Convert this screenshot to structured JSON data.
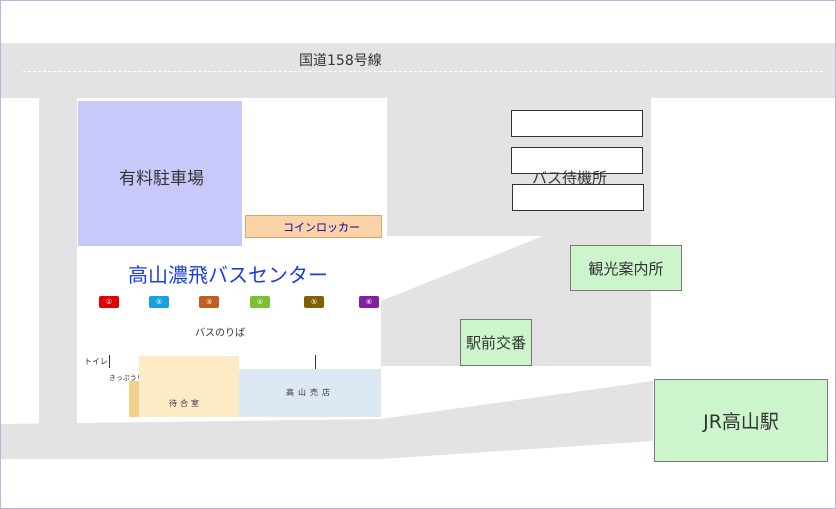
{
  "map": {
    "road_label": "国道158号線",
    "parking": "有料駐車場",
    "coin_locker": "コインロッカー",
    "bus_center_title": "高山濃飛バスセンター",
    "bus_platforms": "バスのりば",
    "toilet": "トイレ",
    "shop_left": "きっぷうりば",
    "waiting_room": "待合室",
    "shop_right": "高山売店",
    "bus_waiting_area": "バス待機所",
    "tourist_info": "観光案内所",
    "police_box": "駅前交番",
    "jr_station": "JR高山駅",
    "bay_numbers": [
      "①",
      "②",
      "③",
      "④",
      "⑤",
      "⑥"
    ]
  },
  "colors": {
    "road": "#e3e3e3",
    "parking": "#c8c8fa",
    "coin_locker": "#fbd3a6",
    "green_building": "#ccf5cc",
    "title": "#1a3de0",
    "waiting_room": "#fdebc5",
    "shop": "#dce8f4",
    "bays": [
      "#e00000",
      "#1aa0e0",
      "#c06020",
      "#7ac030",
      "#806000",
      "#8020a0"
    ]
  }
}
